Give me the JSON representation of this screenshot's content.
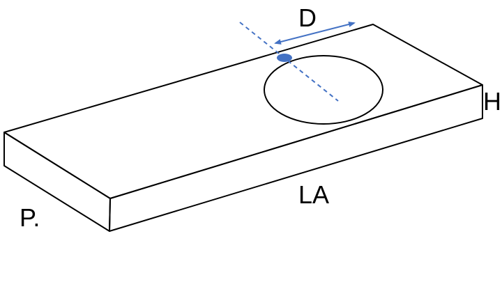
{
  "labels": {
    "diameter": "D",
    "height": "H",
    "length": "LA",
    "depth": "P."
  },
  "colors": {
    "outline": "#000000",
    "axis": "#4472C4",
    "dimension_arrow": "#4472C4",
    "marker": "#4472C4",
    "background": "#ffffff"
  }
}
